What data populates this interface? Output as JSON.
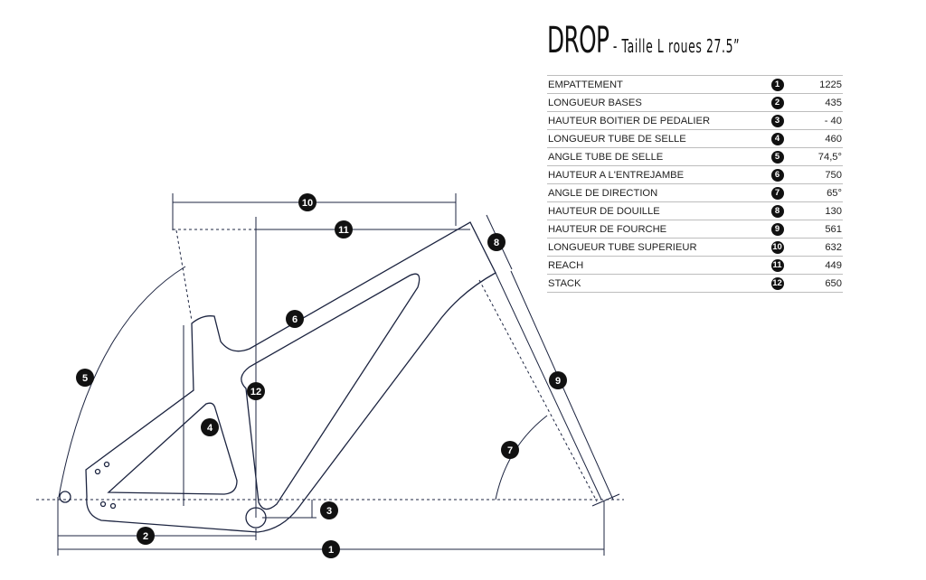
{
  "title": {
    "model": "DROP",
    "subtitle": " - Taille L  roues 27.5”"
  },
  "specs": [
    {
      "label": "EMPATTEMENT",
      "n": "1",
      "value": "1225"
    },
    {
      "label": "LONGUEUR BASES",
      "n": "2",
      "value": "435"
    },
    {
      "label": "HAUTEUR BOITIER DE PEDALIER",
      "n": "3",
      "value": "- 40"
    },
    {
      "label": "LONGUEUR TUBE DE SELLE",
      "n": "4",
      "value": "460"
    },
    {
      "label": "ANGLE TUBE DE SELLE",
      "n": "5",
      "value": "74,5°"
    },
    {
      "label": "HAUTEUR A L'ENTREJAMBE",
      "n": "6",
      "value": "750"
    },
    {
      "label": "ANGLE DE DIRECTION",
      "n": "7",
      "value": "65°"
    },
    {
      "label": "HAUTEUR DE DOUILLE",
      "n": "8",
      "value": "130"
    },
    {
      "label": "HAUTEUR DE FOURCHE",
      "n": "9",
      "value": "561"
    },
    {
      "label": "LONGUEUR TUBE SUPERIEUR",
      "n": "10",
      "value": "632"
    },
    {
      "label": "REACH",
      "n": "11",
      "value": "449"
    },
    {
      "label": "STACK",
      "n": "12",
      "value": "650"
    }
  ],
  "diagram_labels": [
    "1",
    "2",
    "3",
    "4",
    "5",
    "6",
    "7",
    "8",
    "9",
    "10",
    "11",
    "12"
  ],
  "colors": {
    "frame": "#1c2440",
    "badge": "#111111"
  }
}
